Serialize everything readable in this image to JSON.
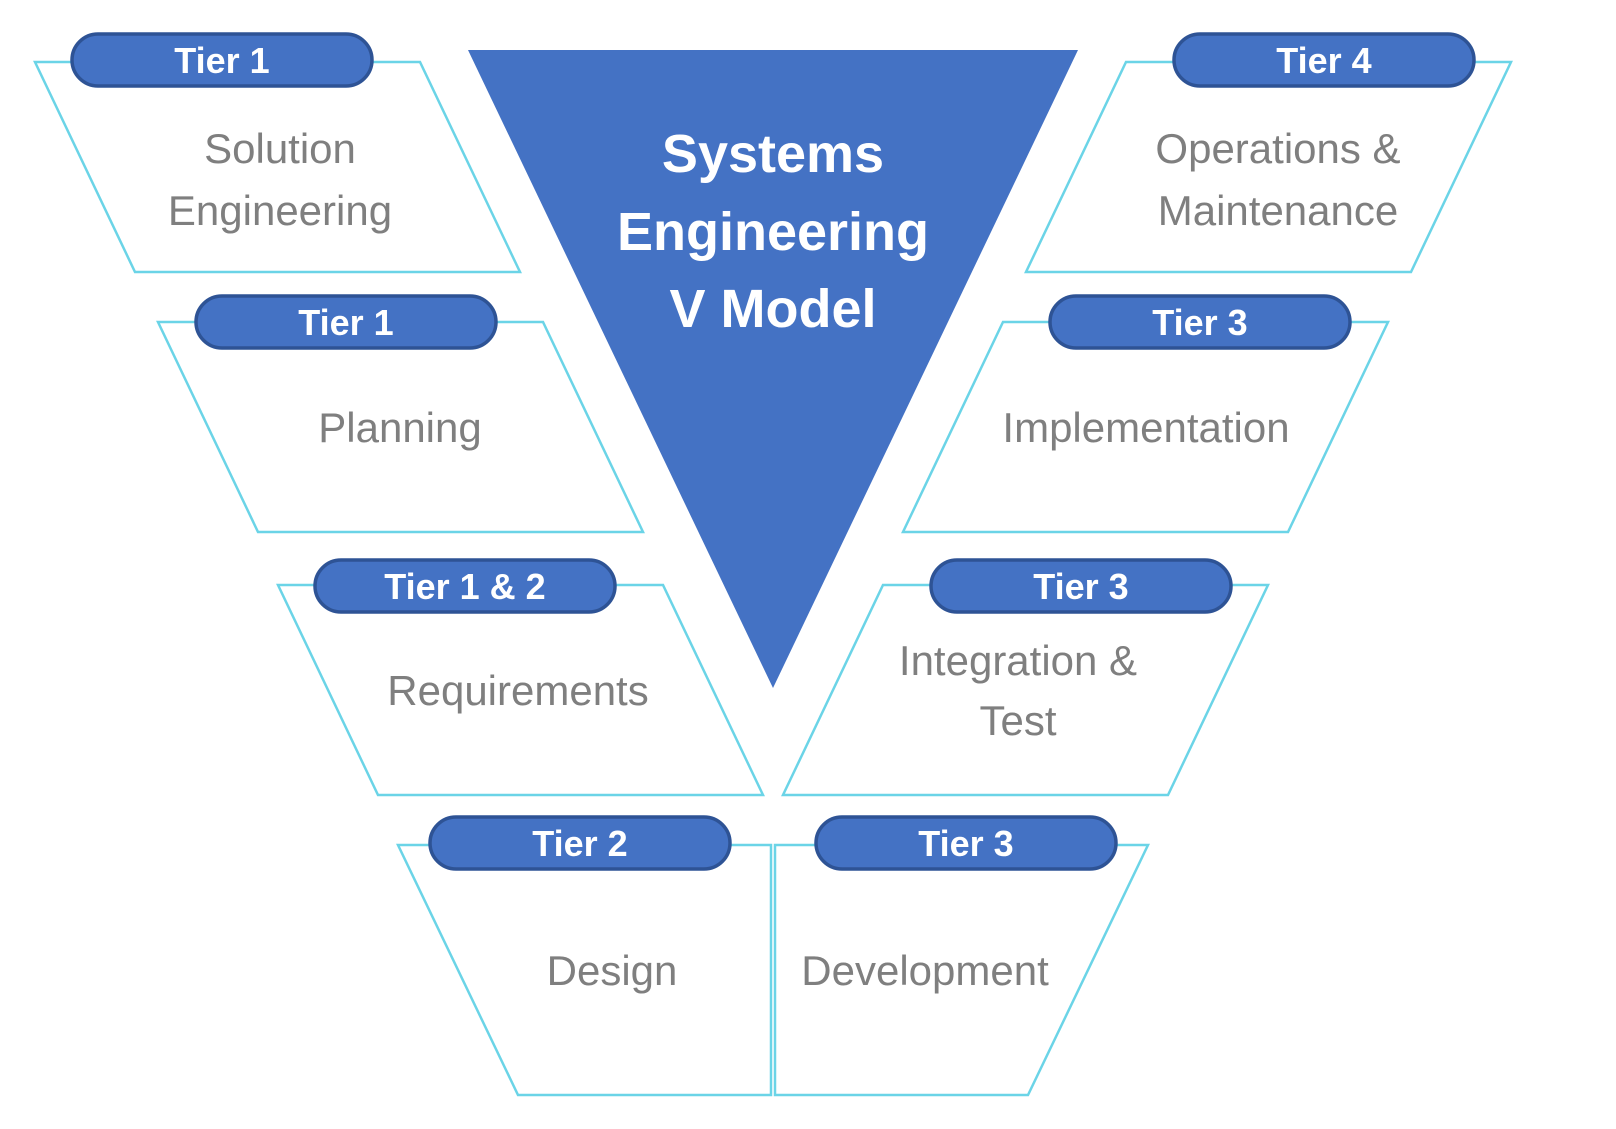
{
  "diagram": {
    "title_lines": [
      "Systems",
      "Engineering",
      "V Model"
    ]
  },
  "colors": {
    "badge_fill": "#4472c4",
    "badge_border": "#2e5395",
    "badge_text": "#ffffff",
    "shape_outline": "#6bd4e7",
    "shape_fill": "#ffffff",
    "label_text": "#7f7f7f",
    "triangle_fill": "#4472c4",
    "title_text": "#ffffff"
  },
  "stages": [
    {
      "tier": "Tier 1",
      "label_lines": [
        "Solution",
        "Engineering"
      ]
    },
    {
      "tier": "Tier 1",
      "label_lines": [
        "Planning"
      ]
    },
    {
      "tier": "Tier 1 & 2",
      "label_lines": [
        "Requirements"
      ]
    },
    {
      "tier": "Tier 2",
      "label_lines": [
        "Design"
      ]
    },
    {
      "tier": "Tier 4",
      "label_lines": [
        "Operations &",
        "Maintenance"
      ]
    },
    {
      "tier": "Tier 3",
      "label_lines": [
        "Implementation"
      ]
    },
    {
      "tier": "Tier 3",
      "label_lines": [
        "Integration &",
        "Test"
      ]
    },
    {
      "tier": "Tier 3",
      "label_lines": [
        "Development"
      ]
    }
  ]
}
